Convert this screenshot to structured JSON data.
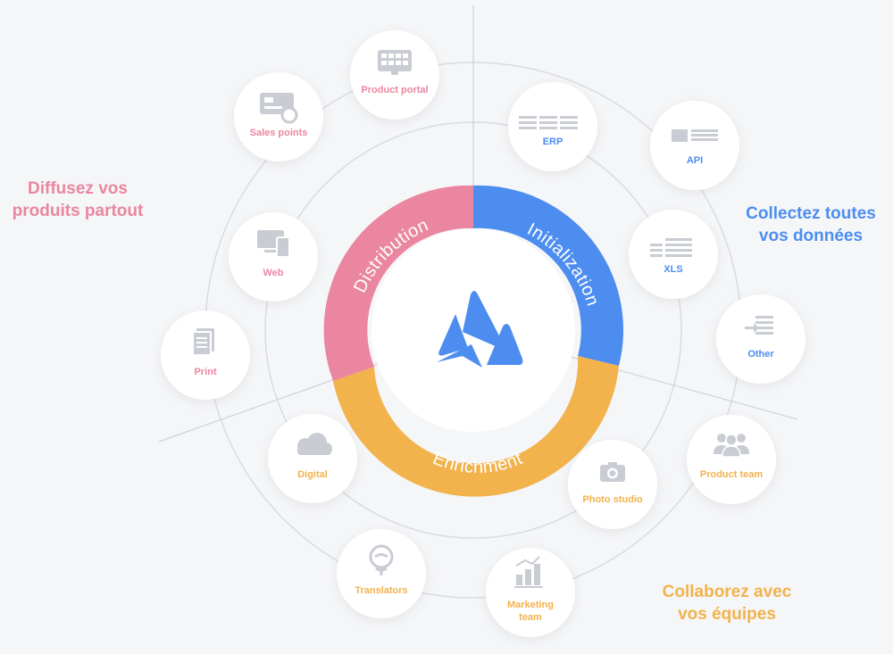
{
  "colors": {
    "pink": "#ea86a0",
    "blue": "#4d8df0",
    "orange": "#f2b24c",
    "ring": "#d9dbe0",
    "icon": "#c9ccd3",
    "logo": "#4d8df0"
  },
  "side_labels": {
    "distribute": {
      "line1": "Diffusez vos",
      "line2": "produits partout"
    },
    "collect": {
      "line1": "Collectez toutes",
      "line2": "vos données"
    },
    "collaborate": {
      "line1": "Collaborez avec",
      "line2": "vos équipes"
    }
  },
  "segments": {
    "distribution": "Distribution",
    "initialization": "Initialization",
    "enrichment": "Enrichment"
  },
  "nodes": {
    "product_portal": {
      "label": "Product portal",
      "icon": "monitor-icon",
      "group": "pink"
    },
    "sales_points": {
      "label": "Sales points",
      "icon": "store-icon",
      "group": "pink"
    },
    "web": {
      "label": "Web",
      "icon": "devices-icon",
      "group": "pink"
    },
    "print": {
      "label": "Print",
      "icon": "document-icon",
      "group": "pink"
    },
    "erp": {
      "label": "ERP",
      "icon": "table-icon",
      "group": "blue"
    },
    "api": {
      "label": "API",
      "icon": "list-icon",
      "group": "blue"
    },
    "xls": {
      "label": "XLS",
      "icon": "spreadsheet-icon",
      "group": "blue"
    },
    "other": {
      "label": "Other",
      "icon": "import-icon",
      "group": "blue"
    },
    "digital": {
      "label": "Digital",
      "icon": "cloud-icon",
      "group": "orange"
    },
    "translators": {
      "label": "Translators",
      "icon": "globe-icon",
      "group": "orange"
    },
    "marketing_team": {
      "label": "Marketing",
      "label2": "team",
      "icon": "bar-chart-icon",
      "group": "orange"
    },
    "photo_studio": {
      "label": "Photo studio",
      "icon": "camera-icon",
      "group": "orange"
    },
    "product_team": {
      "label": "Product team",
      "icon": "people-icon",
      "group": "orange"
    }
  }
}
